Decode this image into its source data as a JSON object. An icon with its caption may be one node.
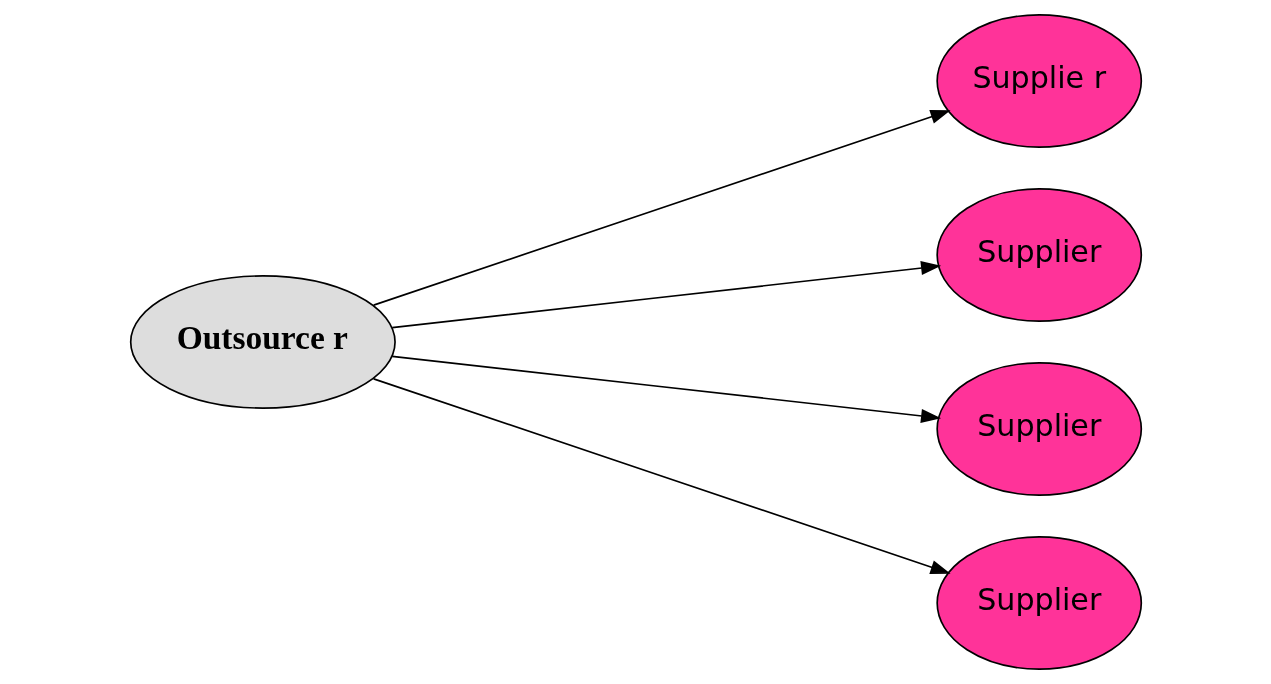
{
  "diagram": {
    "nodes": [
      {
        "text": [
          "Outsource r"
        ]
      },
      {
        "text": [
          "Supplie r"
        ]
      },
      {
        "text": [
          "Supplier"
        ]
      },
      {
        "text": [
          "Supplier"
        ]
      },
      {
        "text": [
          "Supplier"
        ]
      }
    ],
    "edges": [
      {
        "from": 0,
        "to": 1,
        "arrow": "to"
      },
      {
        "from": 0,
        "to": 2,
        "arrow": "to"
      },
      {
        "from": 0,
        "to": 3,
        "arrow": "to"
      },
      {
        "from": 0,
        "to": 4,
        "arrow": "to"
      }
    ]
  }
}
